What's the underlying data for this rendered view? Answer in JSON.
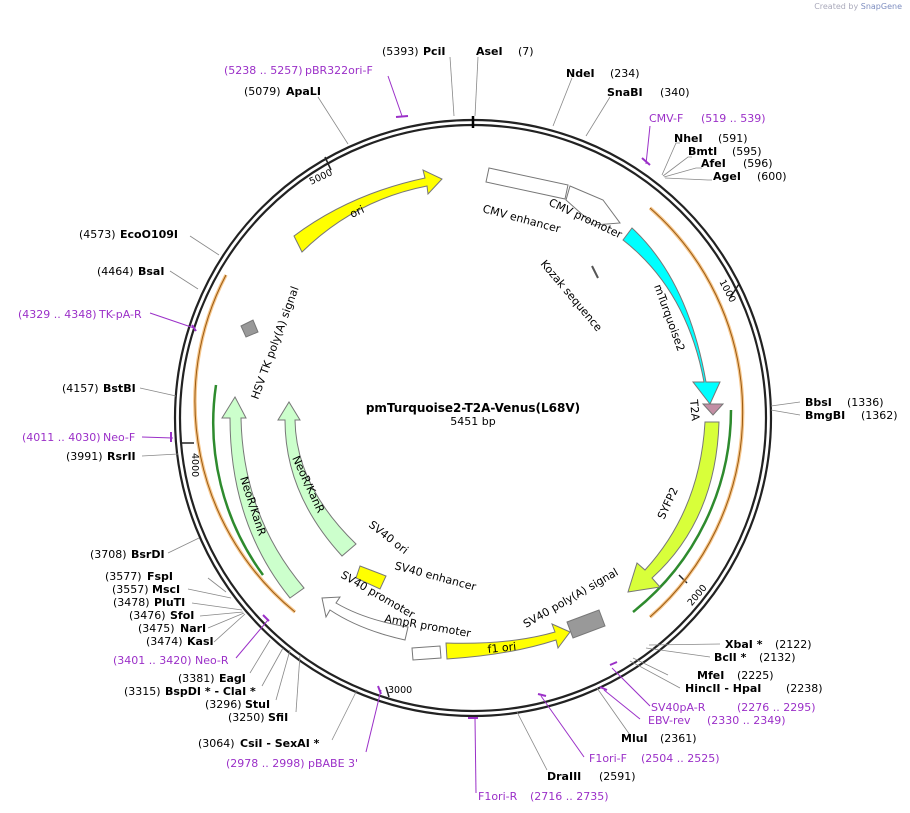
{
  "credit": {
    "prefix": "Created by",
    "brand": "SnapGene"
  },
  "plasmid": {
    "name": "pmTurquoise2-T2A-Venus(L68V)",
    "size_label": "5451 bp"
  },
  "ticks": [
    "1000",
    "2000",
    "3000",
    "4000",
    "5000"
  ],
  "features": [
    {
      "id": "cmv-enhancer",
      "label": "CMV enhancer",
      "color": "#ffffff"
    },
    {
      "id": "cmv-promoter",
      "label": "CMV promoter",
      "color": "#ffffff"
    },
    {
      "id": "kozak",
      "label": "Kozak sequence",
      "color": "#999999"
    },
    {
      "id": "mturquoise2",
      "label": "mTurquoise2",
      "color": "#00ffff"
    },
    {
      "id": "t2a",
      "label": "T2A",
      "color": "#c38ea4"
    },
    {
      "id": "syfp2",
      "label": "SYFP2",
      "color": "#d8ff3a"
    },
    {
      "id": "sv40-polya",
      "label": "SV40 poly(A) signal",
      "color": "#999999"
    },
    {
      "id": "f1-ori",
      "label": "f1 ori",
      "color": "#ffff00"
    },
    {
      "id": "ampr-promoter",
      "label": "AmpR promoter",
      "color": "#ffffff"
    },
    {
      "id": "sv40-promoter",
      "label": "SV40 promoter",
      "color": "#ffffff"
    },
    {
      "id": "sv40-enhancer",
      "label": "SV40 enhancer",
      "color": "#ffffff"
    },
    {
      "id": "sv40-ori",
      "label": "SV40 ori",
      "color": "#ffff00"
    },
    {
      "id": "neor-kanr-1",
      "label": "NeoR/KanR",
      "color": "#ccffcc"
    },
    {
      "id": "neor-kanr-2",
      "label": "NeoR/KanR",
      "color": "#ccffcc"
    },
    {
      "id": "hsv-tk-polya",
      "label": "HSV TK poly(A) signal",
      "color": "#999999"
    },
    {
      "id": "ori",
      "label": "ori",
      "color": "#ffff00"
    }
  ],
  "enzymes": [
    {
      "pos": "(5393)",
      "name": "PciI"
    },
    {
      "pos": "(7)",
      "name": "AseI"
    },
    {
      "pos": "(234)",
      "name": "NdeI"
    },
    {
      "pos": "(340)",
      "name": "SnaBI"
    },
    {
      "pos": "(591)",
      "name": "NheI"
    },
    {
      "pos": "(595)",
      "name": "BmtI"
    },
    {
      "pos": "(596)",
      "name": "AfeI"
    },
    {
      "pos": "(600)",
      "name": "AgeI"
    },
    {
      "pos": "(1336)",
      "name": "BbsI"
    },
    {
      "pos": "(1362)",
      "name": "BmgBI"
    },
    {
      "pos": "(2122)",
      "name": "XbaI *"
    },
    {
      "pos": "(2132)",
      "name": "BclI *"
    },
    {
      "pos": "(2225)",
      "name": "MfeI"
    },
    {
      "pos": "(2238)",
      "name": "HincII  -  HpaI"
    },
    {
      "pos": "(2361)",
      "name": "MluI"
    },
    {
      "pos": "(2591)",
      "name": "DraIII"
    },
    {
      "pos": "(3064)",
      "name": "CsiI  -  SexAI *"
    },
    {
      "pos": "(3250)",
      "name": "SfiI"
    },
    {
      "pos": "(3296)",
      "name": "StuI"
    },
    {
      "pos": "(3315)",
      "name": "BspDI *  -  ClaI *"
    },
    {
      "pos": "(3381)",
      "name": "EagI"
    },
    {
      "pos": "(3474)",
      "name": "KasI"
    },
    {
      "pos": "(3475)",
      "name": "NarI"
    },
    {
      "pos": "(3476)",
      "name": "SfoI"
    },
    {
      "pos": "(3478)",
      "name": "PluTI"
    },
    {
      "pos": "(3557)",
      "name": "MscI"
    },
    {
      "pos": "(3577)",
      "name": "FspI"
    },
    {
      "pos": "(3708)",
      "name": "BsrDI"
    },
    {
      "pos": "(3991)",
      "name": "RsrII"
    },
    {
      "pos": "(4157)",
      "name": "BstBI"
    },
    {
      "pos": "(4464)",
      "name": "BsaI"
    },
    {
      "pos": "(4573)",
      "name": "EcoO109I"
    },
    {
      "pos": "(5079)",
      "name": "ApaLI"
    }
  ],
  "primers": [
    {
      "range": "(5238 .. 5257)",
      "name": "pBR322ori-F"
    },
    {
      "range": "(519 .. 539)",
      "name": "CMV-F"
    },
    {
      "range": "(2276 .. 2295)",
      "name": "SV40pA-R"
    },
    {
      "range": "(2330 .. 2349)",
      "name": "EBV-rev"
    },
    {
      "range": "(2504 .. 2525)",
      "name": "F1ori-F"
    },
    {
      "range": "(2716 .. 2735)",
      "name": "F1ori-R"
    },
    {
      "range": "(2978 .. 2998)",
      "name": "pBABE 3'"
    },
    {
      "range": "(3401 .. 3420)",
      "name": "Neo-R"
    },
    {
      "range": "(4011 .. 4030)",
      "name": "Neo-F"
    },
    {
      "range": "(4329 .. 4348)",
      "name": "TK-pA-R"
    }
  ],
  "colors": {
    "primer": "#9b30c8",
    "backbone": "#222222",
    "orange_track": "#f0a040",
    "green_track": "#2e8b2e"
  }
}
